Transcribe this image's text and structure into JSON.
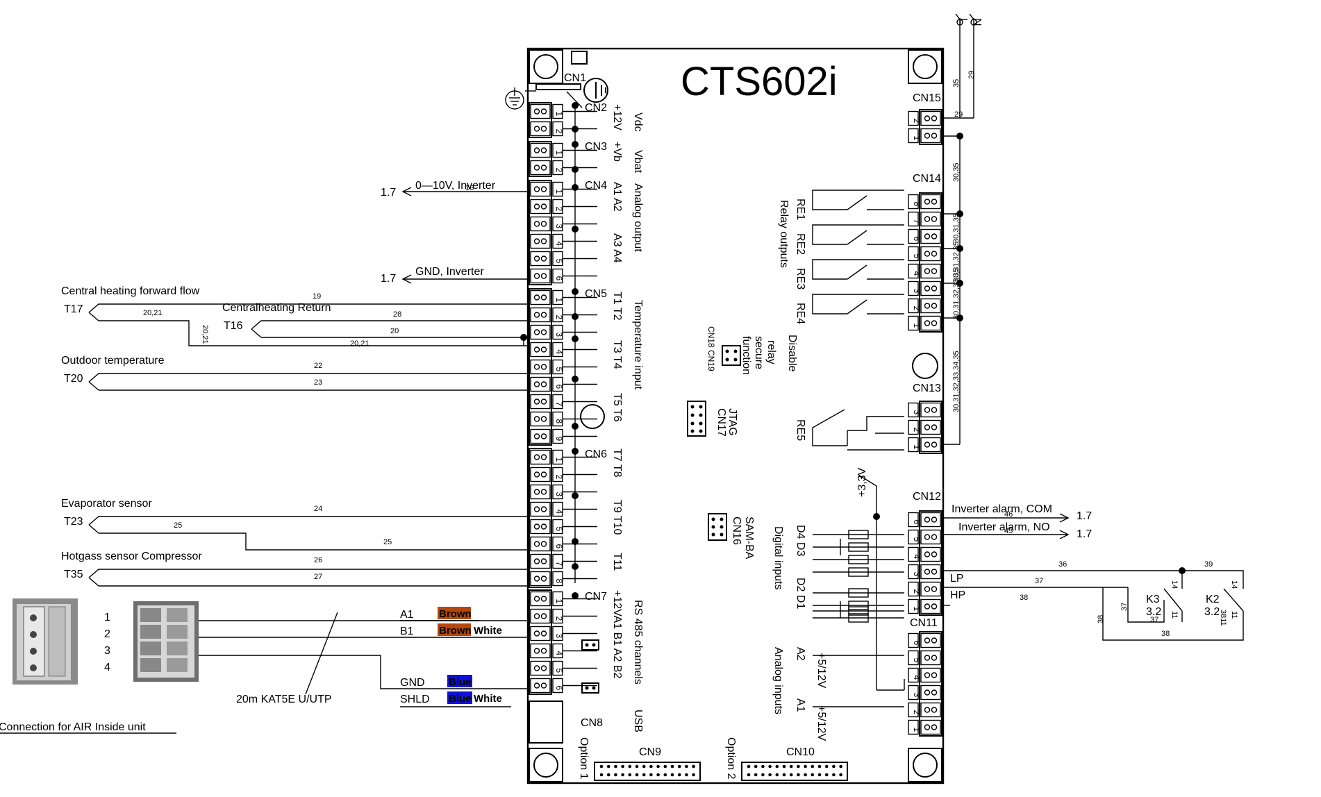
{
  "board": {
    "title": "CTS602i",
    "connectors": [
      "CN1",
      "CN2",
      "CN3",
      "CN4",
      "CN5",
      "CN6",
      "CN7",
      "CN8",
      "CN9",
      "CN10",
      "CN11",
      "CN12",
      "CN13",
      "CN14",
      "CN15",
      "CN16",
      "CN17",
      "CN18",
      "CN19"
    ],
    "internal_labels": {
      "vdc": "Vdc",
      "plus12v": "+12V",
      "vbat": "Vbat",
      "plusvb": "+Vb",
      "analog_output": "Analog output",
      "a1a2": "A1 A2",
      "a3a4": "A3 A4",
      "temperature_input": "Temperature input",
      "t1t2": "T1 T2",
      "t3t4": "T3 T4",
      "t5t6": "T5 T6",
      "t7t8": "T7 T8",
      "t9t10": "T9 T10",
      "t11": "T11",
      "rs485": "RS 485 channels",
      "rs_pins": "+12VA1 B1 A2 B2",
      "usb": "USB",
      "option1": "Option 1",
      "option2": "Option 2",
      "relay_outputs": "Relay outputs",
      "re1": "RE1",
      "re2": "RE2",
      "re3": "RE3",
      "re4": "RE4",
      "re5": "RE5",
      "disable_relay": [
        "Disable",
        "relay",
        "secure",
        "function"
      ],
      "cn18cn19": "CN18 CN19",
      "jtag": "JTAG",
      "cn17": "CN17",
      "samba": "SAM-BA",
      "cn16": "CN16",
      "digital_inputs": "Digital inputs",
      "d4d3": "D4 D3",
      "d2d1": "D2 D1",
      "plus33v": "+3,3V",
      "analog_inputs": "Analog inputs",
      "a2": "A2",
      "a1": "A1",
      "plus5_12v": "+5/12V"
    }
  },
  "left_wiring": {
    "ref_17": "1.7",
    "inverter_0_10v": "0—10V, Inverter",
    "gnd_inverter": "GND, Inverter",
    "wire16": "16",
    "central_heating_forward": "Central heating forward flow",
    "central_heating_return": "Centralheating Return",
    "outdoor_temperature": "Outdoor temperature",
    "evaporator_sensor": "Evaporator sensor",
    "hotgass_sensor": "Hotgass sensor Compressor",
    "t17": "T17",
    "t16": "T16",
    "t20": "T20",
    "t23": "T23",
    "t35": "T35",
    "w19": "19",
    "w28": "28",
    "w20": "20",
    "w2021": "20,21",
    "w22": "22",
    "w23": "23",
    "w24": "24",
    "w25": "25",
    "w26": "26",
    "w27": "27",
    "a1": "A1",
    "b1": "B1",
    "gnd": "GND",
    "shld": "SHLD",
    "brown": "Brown",
    "blue": "Blue",
    "white": "White",
    "cable": "20m KAT5E U/UTP",
    "connection_note": "Connection for AIR Inside unit",
    "terminal_numbers": [
      "1",
      "2",
      "3",
      "4"
    ]
  },
  "right_wiring": {
    "supply": [
      "L",
      "N"
    ],
    "w35": "35",
    "w29": "29",
    "w3035": "30,35",
    "w3031_35": "30,31,35",
    "w3032_35": "30,31,32,35",
    "w3033_35": "30,31,32,33,35",
    "w3034_35": "30,31,32,33,34,35",
    "inverter_alarm_com": "Inverter alarm, COM",
    "inverter_alarm_no": "Inverter alarm, NO",
    "ref_17": "1.7",
    "w46": "46",
    "w45": "45",
    "lp": "LP",
    "hp": "HP",
    "w36": "36",
    "w37": "37",
    "w38": "38",
    "w39": "39",
    "k3": "K3",
    "k3ref": "3.2",
    "k2": "K2",
    "k2ref": "3.2",
    "n14": "14",
    "n11": "11",
    "n3811": "3811"
  },
  "colors": {
    "brown": "#b4480c",
    "blue": "#1010d8",
    "line": "#000000"
  }
}
